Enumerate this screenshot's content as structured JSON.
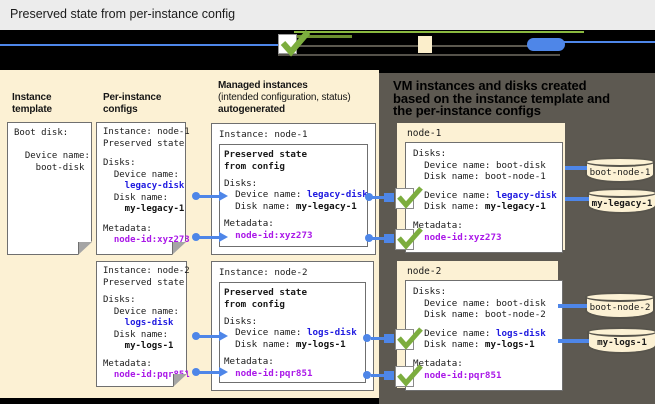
{
  "title": "Preserved state from per-instance config",
  "legend": {
    "icons": [
      "checkmark-icon",
      "instance-swatch-icon",
      "disk-pill-icon"
    ]
  },
  "columns": {
    "c1": {
      "l1": "Instance",
      "l2": "template"
    },
    "c2": {
      "l1": "Per-instance",
      "l2": "configs"
    },
    "c3": {
      "l1": "Managed instances",
      "l2": "(intended configuration, status)",
      "l3": "autogenerated"
    }
  },
  "vm_panel_header": {
    "l1": "VM instances and disks created",
    "l2": "based on the instance template and",
    "l3": "the per-instance configs"
  },
  "template_card": {
    "l1": "Boot disk:",
    "l3": "  Device name:",
    "l4": "    boot-disk"
  },
  "pic1": {
    "l1": "Instance: node-1",
    "l2": "Preserved state",
    "l4": "Disks:",
    "l5": "  Device name:",
    "l6": "    legacy-disk",
    "l7": "  Disk name:",
    "l8": "    my-legacy-1",
    "l10": "Metadata:",
    "l11": "  node-id:xyz273"
  },
  "pic2": {
    "l1": "Instance: node-2",
    "l2": "Preserved state",
    "l4": "Disks:",
    "l5": "  Device name:",
    "l6": "    logs-disk",
    "l7": "  Disk name:",
    "l8": "    my-logs-1",
    "l10": "Metadata:",
    "l11": "  node-id:pqr851"
  },
  "mi1": {
    "title": "Instance: node-1",
    "b1": "Preserved state",
    "b2": "from config",
    "l1": "Disks:",
    "l2p": "  Device name: ",
    "l2v": "legacy-disk",
    "l3p": "  Disk name: ",
    "l3v": "my-legacy-1",
    "l4": "Metadata:",
    "l5p": "  ",
    "l5v": "node-id:xyz273"
  },
  "mi2": {
    "title": "Instance: node-2",
    "b1": "Preserved state",
    "b2": "from config",
    "l1": "Disks:",
    "l2p": "  Device name: ",
    "l2v": "logs-disk",
    "l3p": "  Disk name: ",
    "l3v": "my-logs-1",
    "l4": "Metadata:",
    "l5p": "  ",
    "l5v": "node-id:pqr851"
  },
  "vm1": {
    "title": "node-1",
    "l1": "Disks:",
    "l2": "  Device name: boot-disk",
    "l3": "  Disk name: boot-node-1",
    "l4p": "  Device name: ",
    "l4v": "legacy-disk",
    "l5p": "  Disk name: ",
    "l5v": "my-legacy-1",
    "l6": "Metadata:",
    "l7p": "  ",
    "l7v": "node-id:xyz273"
  },
  "vm2": {
    "title": "node-2",
    "l1": "Disks:",
    "l2": "  Device name: boot-disk",
    "l3": "  Disk name: boot-node-2",
    "l4p": "  Device name: ",
    "l4v": "logs-disk",
    "l5p": "  Disk name: ",
    "l5v": "my-logs-1",
    "l6": "Metadata:",
    "l7p": "  ",
    "l7v": "node-id:pqr851"
  },
  "disks": {
    "d1": "boot-node-1",
    "d2": "my-legacy-1",
    "d3": "boot-node-2",
    "d4": "my-logs-1"
  },
  "colors": {
    "accent_blue": "#4e86e8",
    "value_blue": "#1f1ae0",
    "value_purple": "#aa18e8",
    "check_green": "#7cad3e",
    "panel_beige": "#fcf1d4",
    "panel_dark": "#5d5951"
  }
}
